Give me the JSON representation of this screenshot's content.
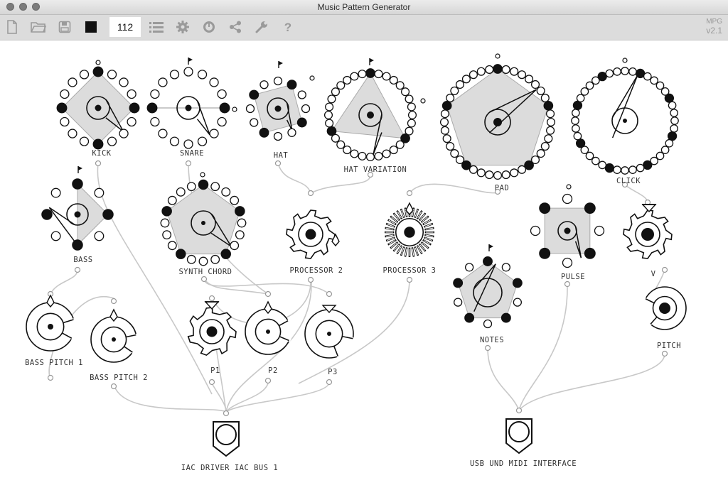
{
  "window": {
    "title": "Music Pattern Generator"
  },
  "toolbar": {
    "tempo": "112",
    "version_line1": "MPG",
    "version_line2": "v2.1",
    "icons": [
      "new-file-icon",
      "open-folder-icon",
      "save-icon",
      "stop-icon",
      "list-icon",
      "gear-icon",
      "dial-icon",
      "share-icon",
      "wrench-icon",
      "help-icon"
    ]
  },
  "labels": {
    "kick": "KICK",
    "snare": "SNARE",
    "hat": "HAT",
    "hat_variation": "HAT VARIATION",
    "pad": "PAD",
    "click": "CLICK",
    "bass": "BASS",
    "synth_chord": "SYNTH CHORD",
    "processor2": "PROCESSOR 2",
    "processor3": "PROCESSOR 3",
    "pulse": "PULSE",
    "v": "V",
    "notes": "NOTES",
    "pitch": "PITCH",
    "bass_pitch1": "BASS PITCH 1",
    "bass_pitch2": "BASS PITCH 2",
    "p1": "P1",
    "p2": "P2",
    "p3": "P3",
    "iac": "IAC DRIVER IAC BUS 1",
    "usb": "USB UND MIDI INTERFACE"
  }
}
